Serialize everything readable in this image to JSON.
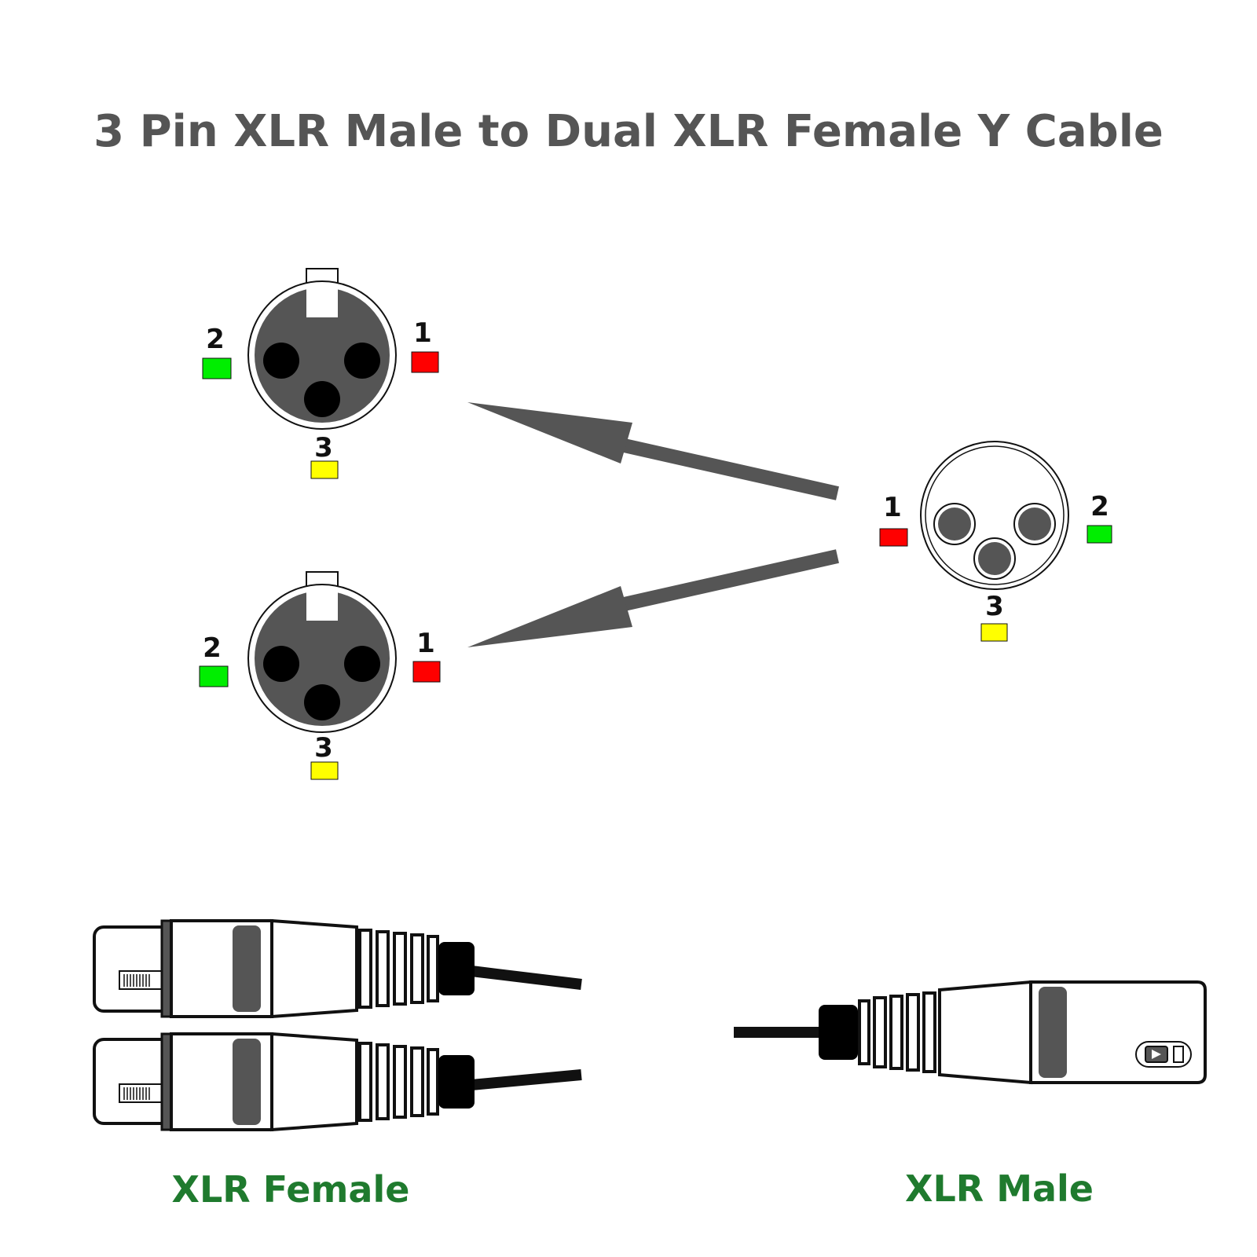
{
  "title": "3 Pin XLR Male to Dual XLR Female Y Cable",
  "colors": {
    "text_gray": "#555555",
    "face_gray": "#555555",
    "pin1": "#ff0000",
    "pin2": "#00ee00",
    "pin3": "#ffff00",
    "caption_green": "#1f7a2e",
    "arrow_gray": "#555555"
  },
  "female_connectors": [
    {
      "pins": [
        {
          "number": "1",
          "color": "red"
        },
        {
          "number": "2",
          "color": "green"
        },
        {
          "number": "3",
          "color": "yellow"
        }
      ]
    },
    {
      "pins": [
        {
          "number": "1",
          "color": "red"
        },
        {
          "number": "2",
          "color": "green"
        },
        {
          "number": "3",
          "color": "yellow"
        }
      ]
    }
  ],
  "male_connector": {
    "pins": [
      {
        "number": "1",
        "color": "red"
      },
      {
        "number": "2",
        "color": "green"
      },
      {
        "number": "3",
        "color": "yellow"
      }
    ]
  },
  "captions": {
    "female": "XLR Female",
    "male": "XLR Male"
  }
}
